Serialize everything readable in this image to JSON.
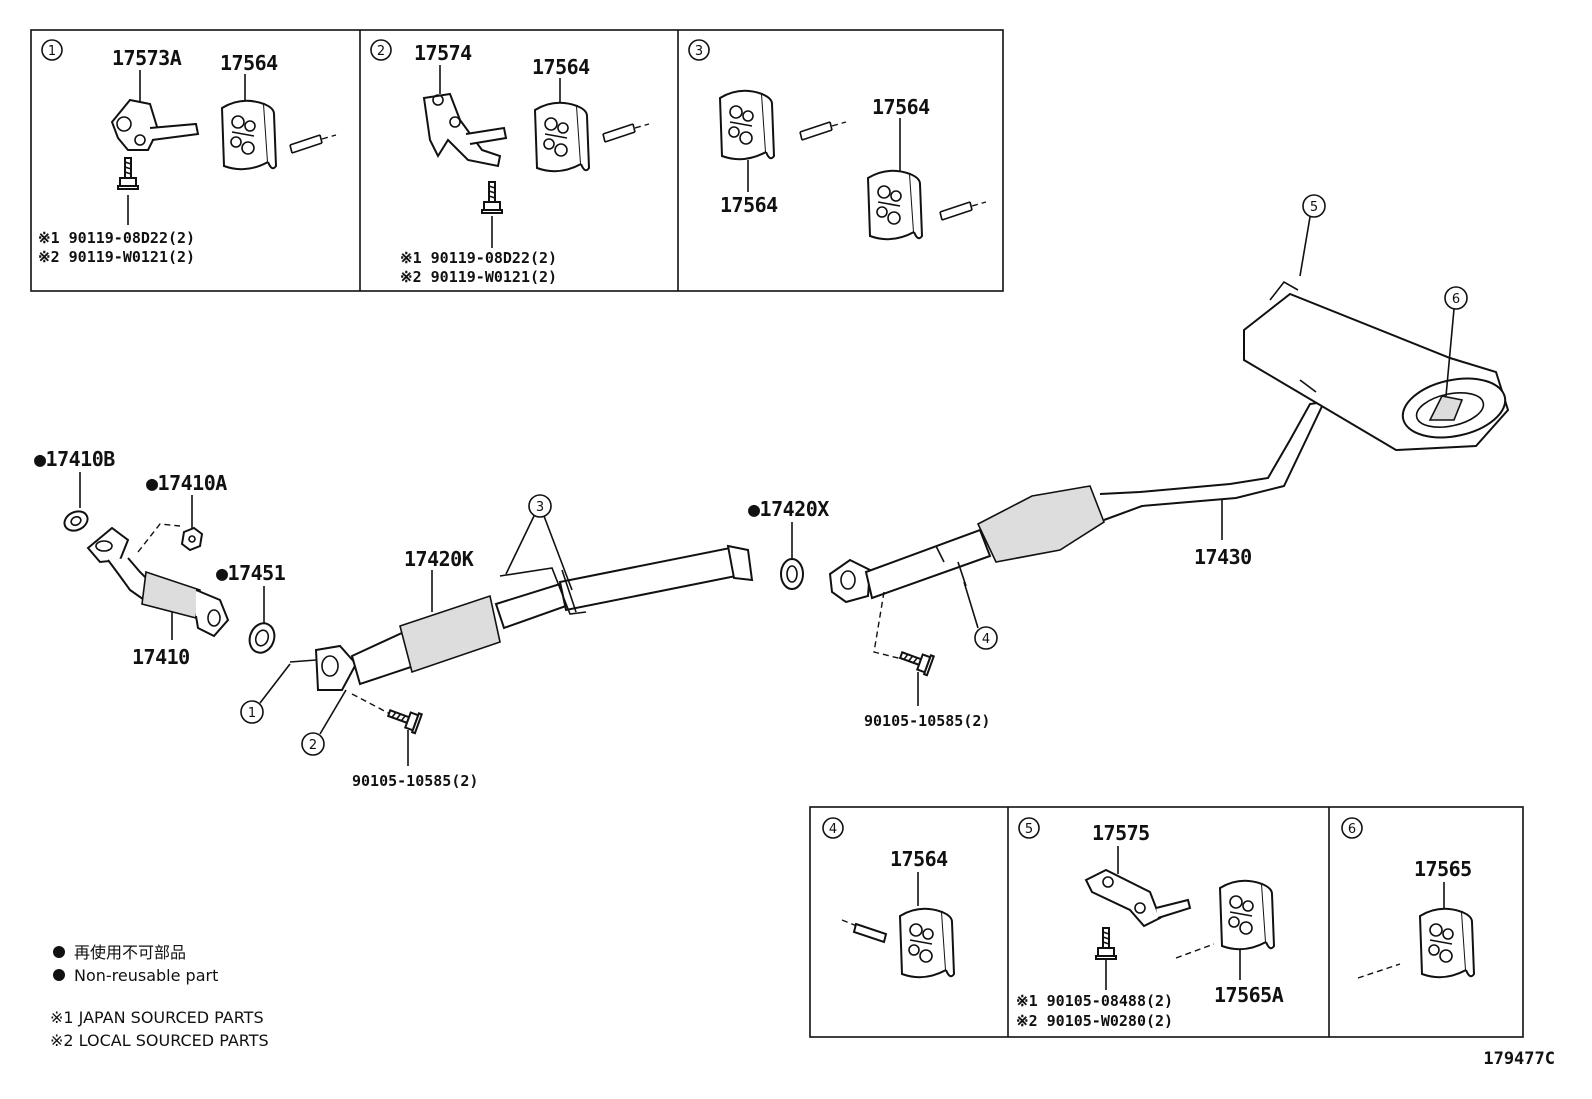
{
  "panels_top": [
    {
      "num": "1",
      "labels": {
        "bracket": "17573A",
        "hanger": "17564"
      },
      "notes": [
        "※1 90119-08D22(2)",
        "※2 90119-W0121(2)"
      ]
    },
    {
      "num": "2",
      "labels": {
        "bracket": "17574",
        "hanger": "17564"
      },
      "notes": [
        "※1 90119-08D22(2)",
        "※2 90119-W0121(2)"
      ]
    },
    {
      "num": "3",
      "labels": {
        "hanger_a": "17564",
        "hanger_b": "17564"
      }
    }
  ],
  "panels_bottom": [
    {
      "num": "4",
      "labels": {
        "hanger": "17564"
      }
    },
    {
      "num": "5",
      "labels": {
        "bracket": "17575",
        "hanger": "17565A"
      },
      "notes": [
        "※1 90105-08488(2)",
        "※2 90105-W0280(2)"
      ]
    },
    {
      "num": "6",
      "labels": {
        "hanger": "17565"
      }
    }
  ],
  "main": {
    "p17410B": "●17410B",
    "p17410A": "●17410A",
    "p17451": "●17451",
    "p17410": "17410",
    "p17420K": "17420K",
    "p17420X": "●17420X",
    "p17430": "17430",
    "bolt_left": "90105-10585(2)",
    "bolt_right": "90105-10585(2)",
    "callouts": [
      "1",
      "2",
      "3",
      "4",
      "5",
      "6"
    ]
  },
  "legend": {
    "non_reusable_jp": "再使用不可部品",
    "non_reusable_en": "Non-reusable part",
    "japan_sourced": "※1 JAPAN SOURCED PARTS",
    "local_sourced": "※2 LOCAL SOURCED PARTS"
  },
  "figure_id": "179477C"
}
